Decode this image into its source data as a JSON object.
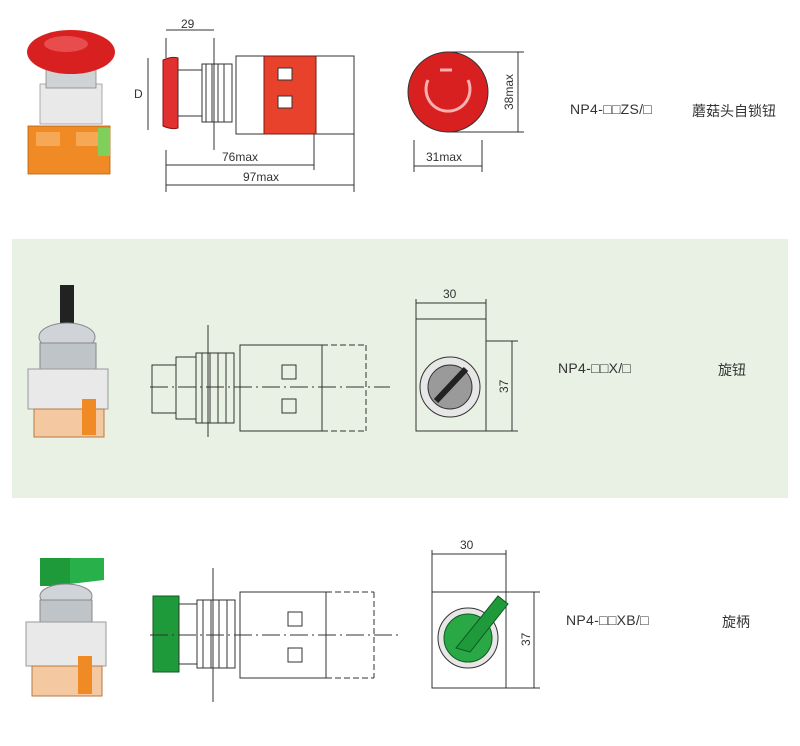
{
  "colors": {
    "band_bg": "#e8f1e3",
    "mushroom_red": "#d82020",
    "knob_green": "#1f9a3a",
    "switch_orange": "#f08a24",
    "housing_grey": "#dcdcdc",
    "line": "#333333"
  },
  "rows": [
    {
      "model": "NP4-□□ZS/□",
      "desc": "蘑菇头自锁钮",
      "side_dims": {
        "top": "29",
        "left": "D",
        "mid": "76max",
        "bottom": "97max"
      },
      "front_dims": {
        "height": "38max",
        "width": "31max"
      }
    },
    {
      "model": "NP4-□□X/□",
      "desc": "旋钮",
      "front_dims": {
        "width": "30",
        "height": "37"
      }
    },
    {
      "model": "NP4-□□XB/□",
      "desc": "旋柄",
      "front_dims": {
        "width": "30",
        "height": "37"
      }
    }
  ]
}
